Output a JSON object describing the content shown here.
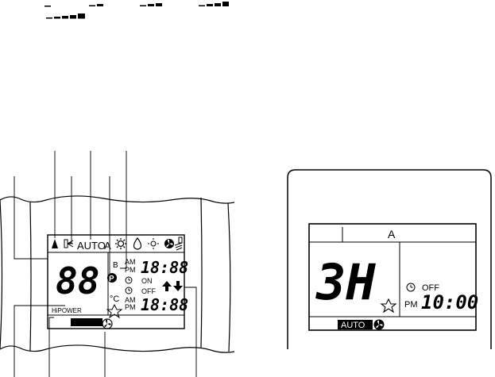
{
  "left_display": {
    "mode_auto": "AUTO",
    "mode_a": "A",
    "big_digits": "88",
    "clock_am": "AM",
    "clock_pm": "PM",
    "clock_b": "B",
    "clock_time": "18:88",
    "timer_on": "ON",
    "timer_off": "OFF",
    "timer_am": "AM",
    "timer_pm": "PM",
    "timer_time": "18:88",
    "temp_unit": "°C",
    "hipower": "HiPOWER",
    "p_mark": "P"
  },
  "right_display": {
    "mode_a": "A",
    "big_digits": "3H",
    "timer_off": "OFF",
    "timer_pm": "PM",
    "timer_time": "10:00",
    "mode_auto": "AUTO"
  },
  "colors": {
    "ink": "#000000",
    "paper": "#ffffff"
  }
}
